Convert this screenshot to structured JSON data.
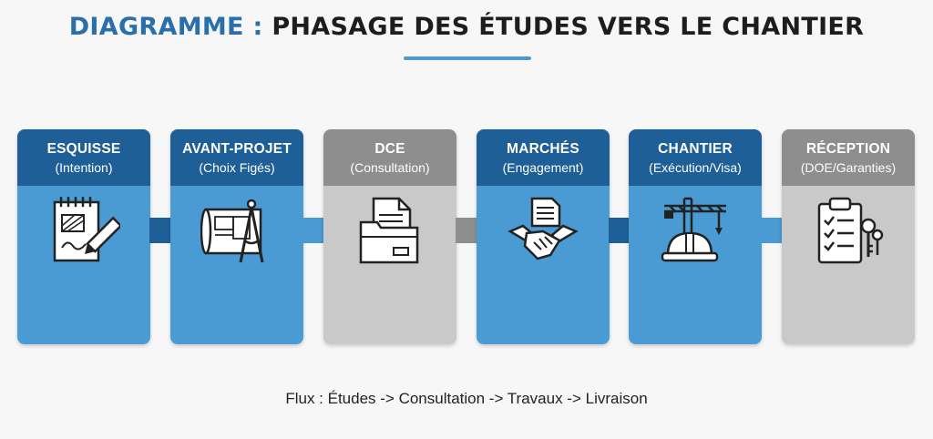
{
  "title": {
    "part1": "DIAGRAMME :",
    "part2": "PHASAGE DES ÉTUDES VERS LE CHANTIER"
  },
  "phases": [
    {
      "name": "ESQUISSE",
      "sub": "(Intention)",
      "style": "blue",
      "icon": "sketch-pad-pen-icon"
    },
    {
      "name": "AVANT-PROJET",
      "sub": "(Choix Figés)",
      "style": "blue",
      "icon": "blueprint-compass-icon"
    },
    {
      "name": "DCE",
      "sub": "(Consultation)",
      "style": "gray",
      "icon": "document-folder-icon"
    },
    {
      "name": "MARCHÉS",
      "sub": "(Engagement)",
      "style": "blue",
      "icon": "handshake-contract-icon"
    },
    {
      "name": "CHANTIER",
      "sub": "(Exécution/Visa)",
      "style": "blue",
      "icon": "crane-helmet-icon"
    },
    {
      "name": "RÉCEPTION",
      "sub": "(DOE/Garanties)",
      "style": "gray",
      "icon": "checklist-keys-icon"
    }
  ],
  "flow_text": "Flux : Études -> Consultation -> Travaux -> Livraison",
  "colors": {
    "title_accent": "#2a6fa9",
    "blue_header": "#1e5f97",
    "blue_body": "#4a9ad4",
    "gray_header": "#8e8e8e",
    "gray_body": "#c9c9c9"
  }
}
